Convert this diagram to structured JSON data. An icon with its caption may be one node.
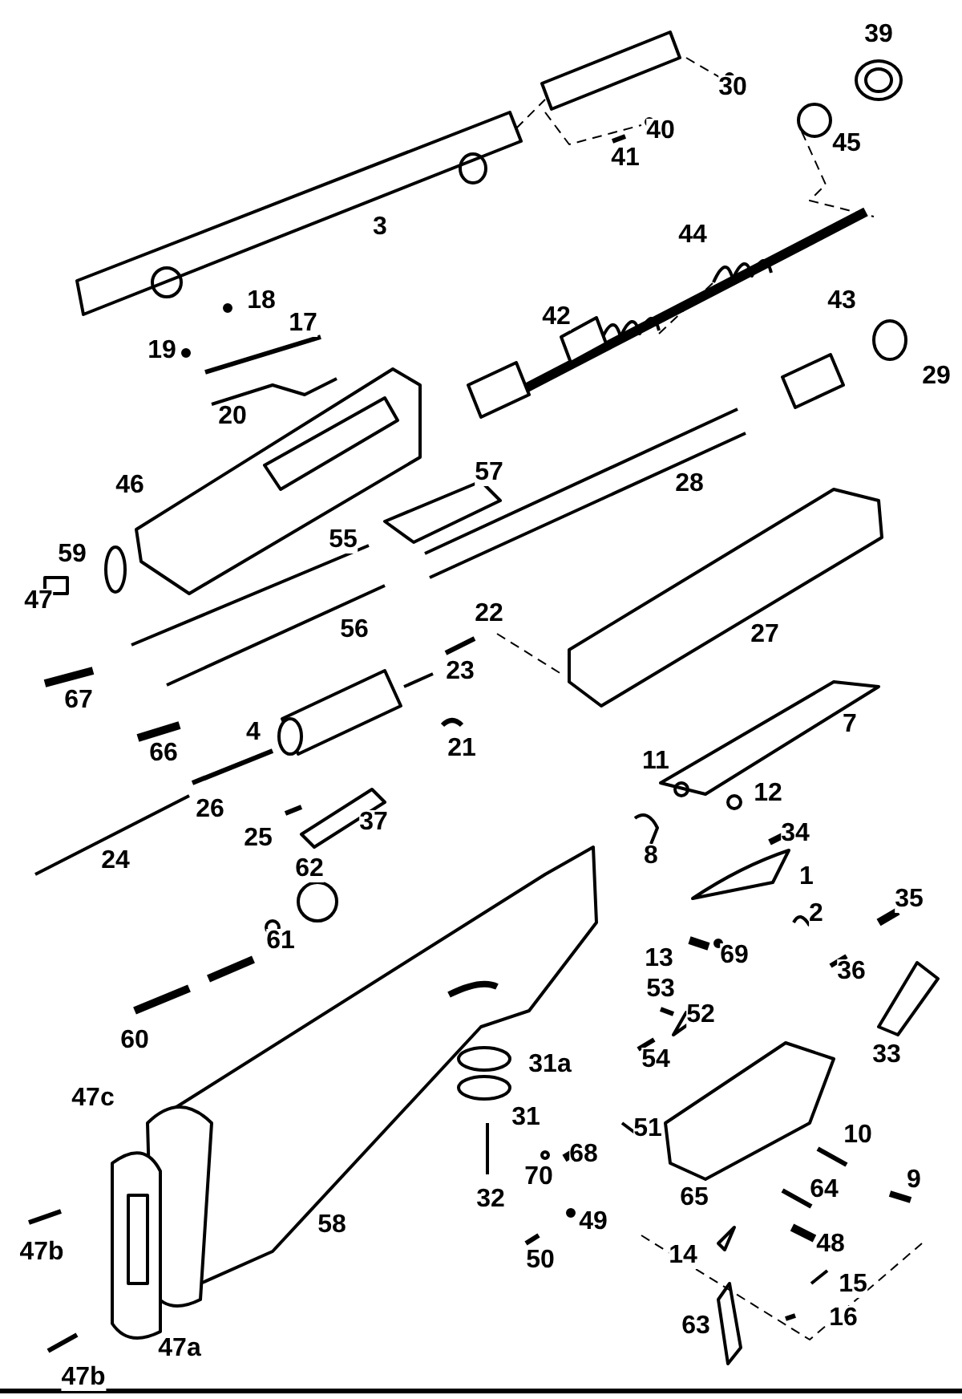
{
  "diagram": {
    "labels": [
      "39",
      "30",
      "40",
      "45",
      "41",
      "3",
      "44",
      "18",
      "43",
      "17",
      "42",
      "19",
      "29",
      "20",
      "57",
      "28",
      "46",
      "59",
      "55",
      "47",
      "22",
      "56",
      "27",
      "23",
      "67",
      "7",
      "4",
      "66",
      "21",
      "11",
      "12",
      "26",
      "34",
      "37",
      "25",
      "8",
      "24",
      "62",
      "1",
      "35",
      "2",
      "61",
      "69",
      "13",
      "36",
      "53",
      "52",
      "60",
      "33",
      "54",
      "31a",
      "47c",
      "31",
      "51",
      "10",
      "68",
      "70",
      "9",
      "64",
      "65",
      "32",
      "49",
      "47b",
      "58",
      "48",
      "50",
      "14",
      "15",
      "16",
      "63",
      "47a",
      "47b"
    ]
  }
}
